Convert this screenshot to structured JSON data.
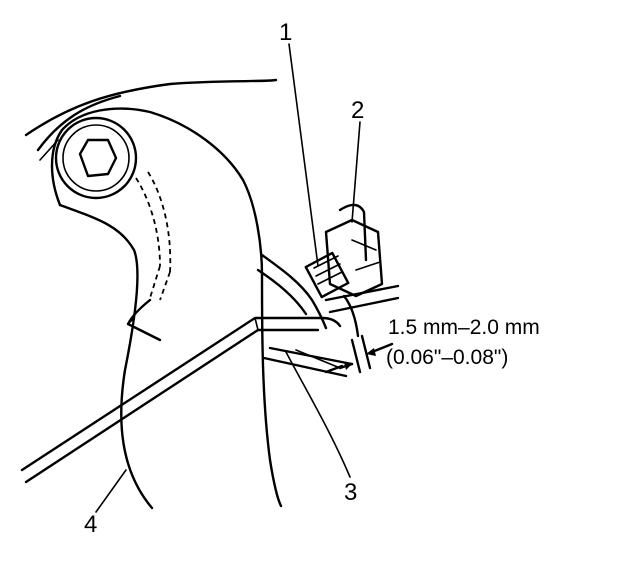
{
  "diagram": {
    "callouts": [
      {
        "id": "1",
        "label": "1"
      },
      {
        "id": "2",
        "label": "2"
      },
      {
        "id": "3",
        "label": "3"
      },
      {
        "id": "4",
        "label": "4"
      }
    ],
    "dimension": {
      "metric": "1.5 mm–2.0 mm",
      "imperial": "(0.06\"–0.08\")"
    },
    "colors": {
      "ink": "#000000",
      "paper": "#ffffff"
    }
  }
}
